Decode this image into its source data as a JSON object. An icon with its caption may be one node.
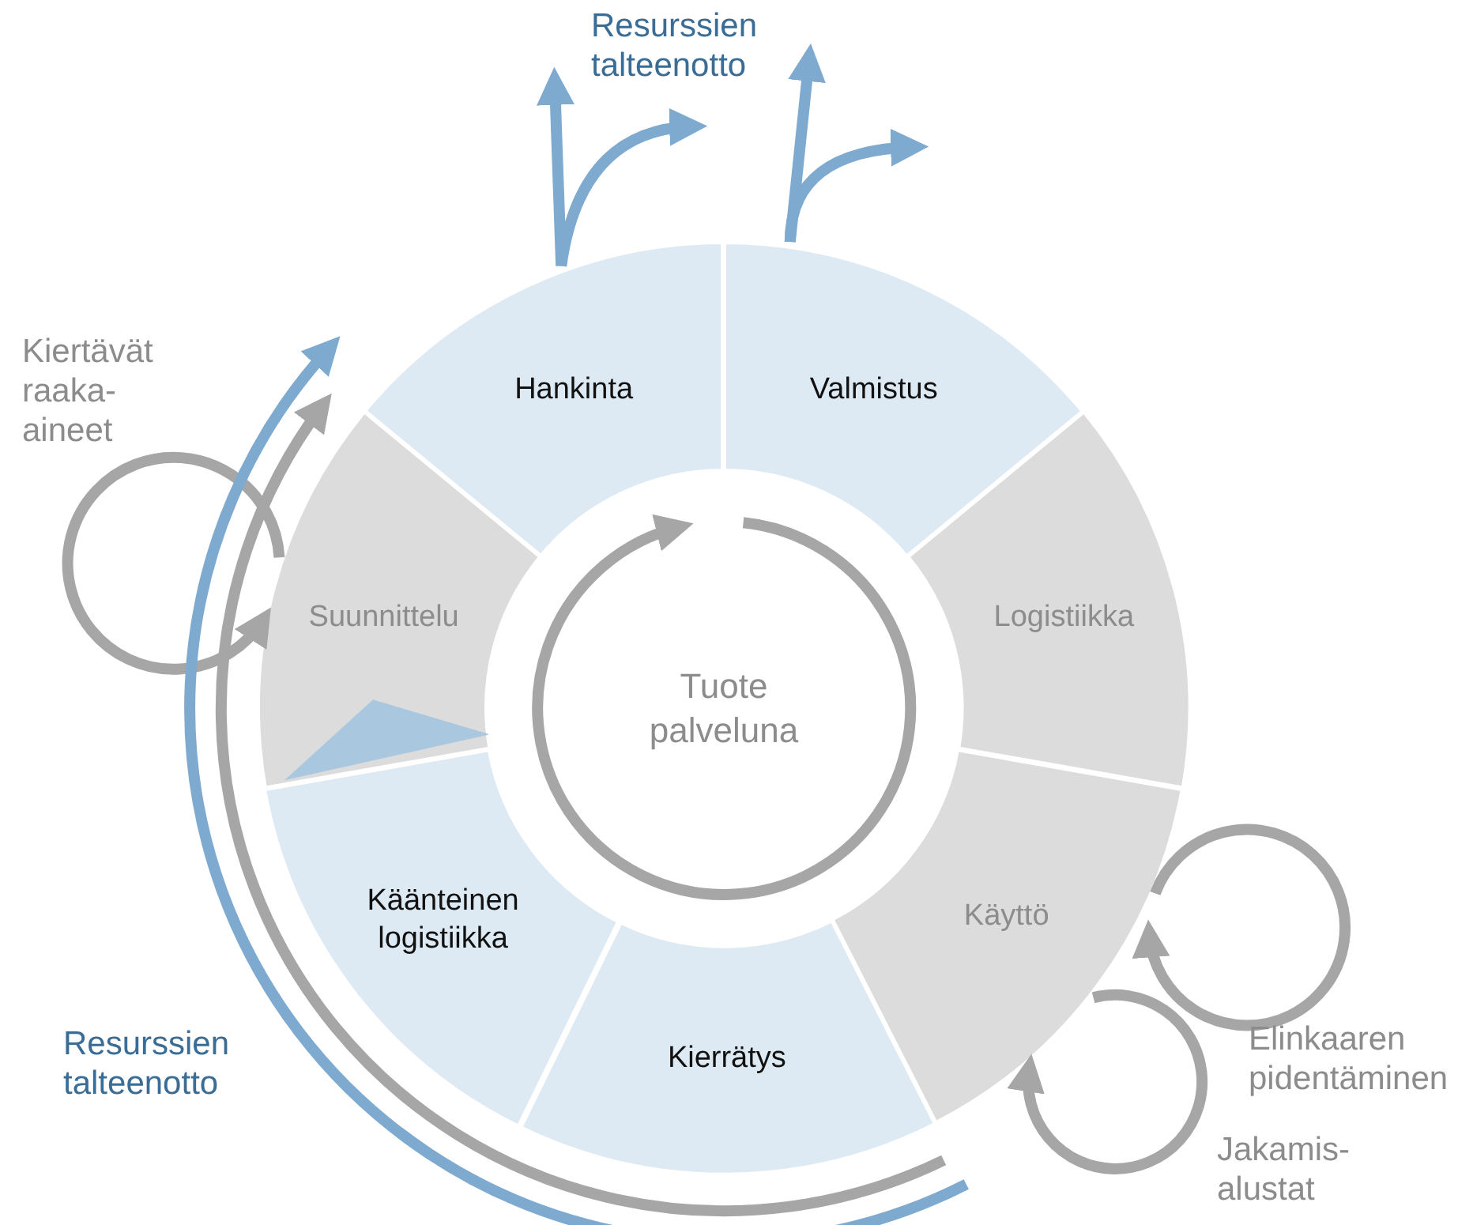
{
  "diagram": {
    "nodes": [
      {
        "text": [
          "Hankinta"
        ]
      },
      {
        "text": [
          "Valmistus"
        ]
      },
      {
        "text": [
          "Logistiikka"
        ]
      },
      {
        "text": [
          "Käyttö"
        ]
      },
      {
        "text": [
          "Kierrätys"
        ]
      },
      {
        "text": [
          "Käänteinen logistiikka"
        ]
      },
      {
        "text": [
          "Suunnittelu"
        ]
      },
      {
        "text": [
          "Tuote palveluna"
        ]
      }
    ],
    "edges": [
      {
        "from": 0,
        "to": null,
        "arrow": "to",
        "color": "#7eaad0"
      },
      {
        "from": 0,
        "to": null,
        "arrow": "to",
        "color": "#7eaad0"
      },
      {
        "from": 1,
        "to": null,
        "arrow": "to",
        "color": "#7eaad0"
      },
      {
        "from": 1,
        "to": null,
        "arrow": "to",
        "color": "#7eaad0"
      },
      {
        "from": 6,
        "to": 6,
        "arrow": "to",
        "label": "Kiertävät raaka-aineet"
      },
      {
        "from": 7,
        "to": 7,
        "arrow": "to"
      },
      {
        "from": 3,
        "to": 3,
        "arrow": "to",
        "label": "Elinkaaren pidentäminen"
      },
      {
        "from": 3,
        "to": 3,
        "arrow": "to",
        "label": "Jakamis-alustat"
      },
      {
        "from": 4,
        "to": 6,
        "arrow": "to"
      },
      {
        "from": 4,
        "to": null,
        "arrow": "to",
        "label": "Resurssien talteenotto",
        "color": "#7eaad0"
      }
    ],
    "labels": [
      "Resurssien talteenotto"
    ]
  }
}
